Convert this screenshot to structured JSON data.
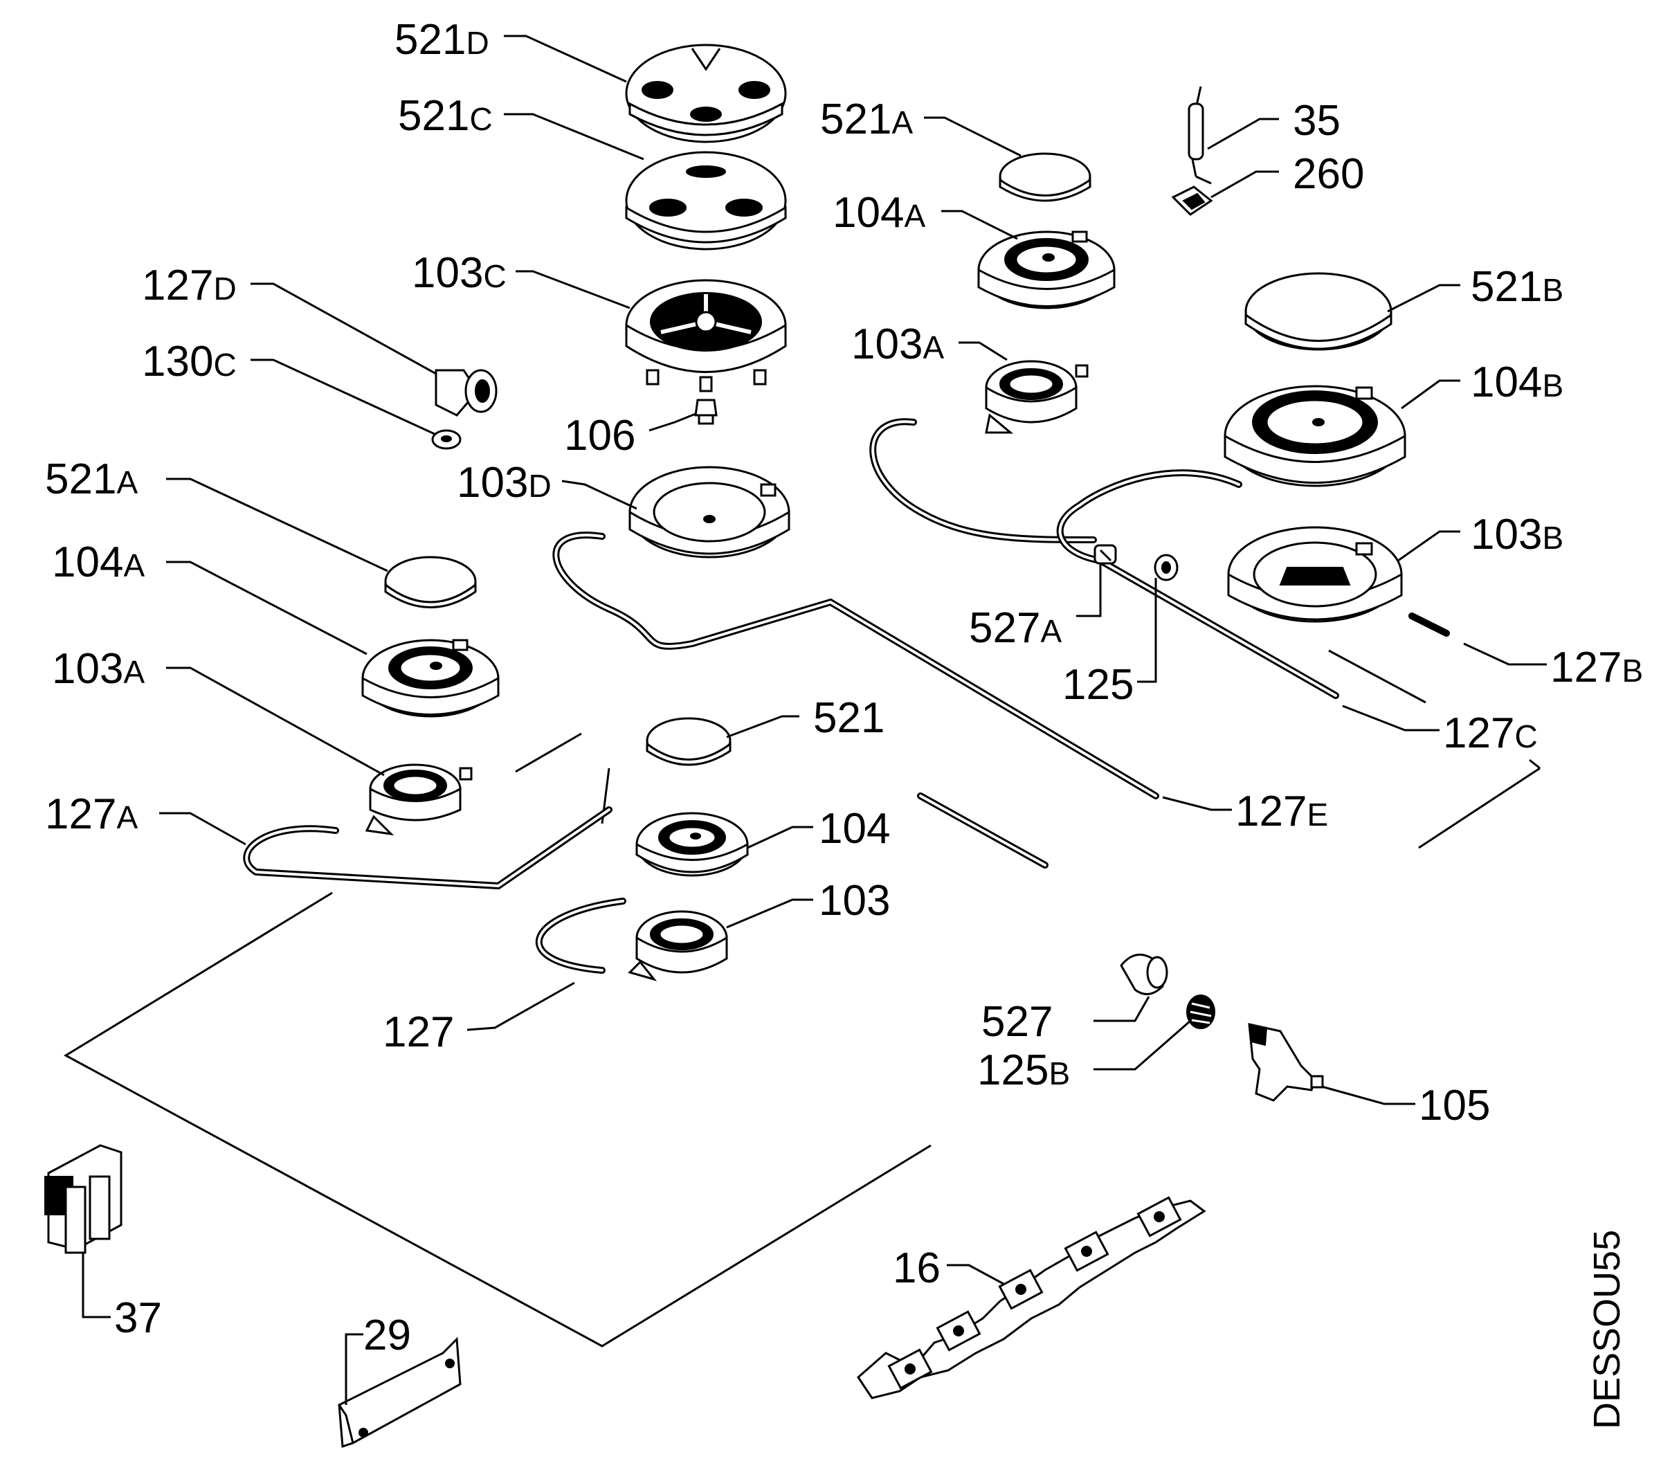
{
  "colors": {
    "ink": "#000000",
    "paper": "#ffffff"
  },
  "callouts": [
    {
      "num": "521",
      "sfx": "D"
    },
    {
      "num": "521",
      "sfx": "C"
    },
    {
      "num": "103",
      "sfx": "C"
    },
    {
      "num": "127",
      "sfx": "D"
    },
    {
      "num": "130",
      "sfx": "C"
    },
    {
      "num": "106",
      "sfx": ""
    },
    {
      "num": "103",
      "sfx": "D"
    },
    {
      "num": "521",
      "sfx": "A"
    },
    {
      "num": "104",
      "sfx": "A"
    },
    {
      "num": "103",
      "sfx": "A"
    },
    {
      "num": "127",
      "sfx": "A"
    },
    {
      "num": "521",
      "sfx": ""
    },
    {
      "num": "104",
      "sfx": ""
    },
    {
      "num": "103",
      "sfx": ""
    },
    {
      "num": "127",
      "sfx": ""
    },
    {
      "num": "521",
      "sfx": "A"
    },
    {
      "num": "104",
      "sfx": "A"
    },
    {
      "num": "103",
      "sfx": "A"
    },
    {
      "num": "35",
      "sfx": ""
    },
    {
      "num": "260",
      "sfx": ""
    },
    {
      "num": "521",
      "sfx": "B"
    },
    {
      "num": "104",
      "sfx": "B"
    },
    {
      "num": "103",
      "sfx": "B"
    },
    {
      "num": "527",
      "sfx": "A"
    },
    {
      "num": "125",
      "sfx": ""
    },
    {
      "num": "127",
      "sfx": "B"
    },
    {
      "num": "127",
      "sfx": "C"
    },
    {
      "num": "127",
      "sfx": "E"
    },
    {
      "num": "527",
      "sfx": ""
    },
    {
      "num": "125",
      "sfx": "B"
    },
    {
      "num": "105",
      "sfx": ""
    },
    {
      "num": "16",
      "sfx": ""
    },
    {
      "num": "37",
      "sfx": ""
    },
    {
      "num": "29",
      "sfx": ""
    }
  ],
  "side_label": "DESSOU55"
}
